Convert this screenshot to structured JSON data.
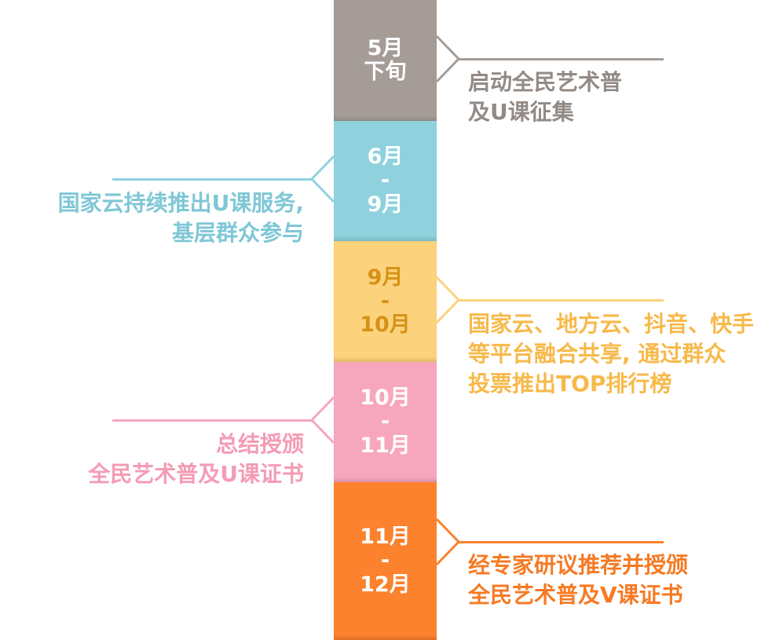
{
  "timeline": {
    "items": [
      {
        "period": "5月\n下旬",
        "text": "启动全民艺术普\n及U课征集",
        "side": "right",
        "color": "#a59c97",
        "text_color": "#928a85"
      },
      {
        "period": "6月\n-\n9月",
        "text": "国家云持续推出U课服务,\n基层群众参与",
        "side": "left",
        "color": "#8fd2de",
        "text_color": "#7fc7d6"
      },
      {
        "period": "9月\n-\n10月",
        "text": "国家云、地方云、抖音、快手\n等平台融合共享, 通过群众\n投票推出TOP排行榜",
        "side": "right",
        "color": "#fdd27c",
        "text_color": "#f7b94a",
        "label_color": "#d69216"
      },
      {
        "period": "10月\n-\n11月",
        "text": "总结授颁\n全民艺术普及U课证书",
        "side": "left",
        "color": "#f7a7bd",
        "text_color": "#f49bb5"
      },
      {
        "period": "11月\n-\n12月",
        "text": "经专家研议推荐并授颁\n全民艺术普及V课证书",
        "side": "right",
        "color": "#fc822d",
        "text_color": "#f67a24"
      }
    ]
  }
}
